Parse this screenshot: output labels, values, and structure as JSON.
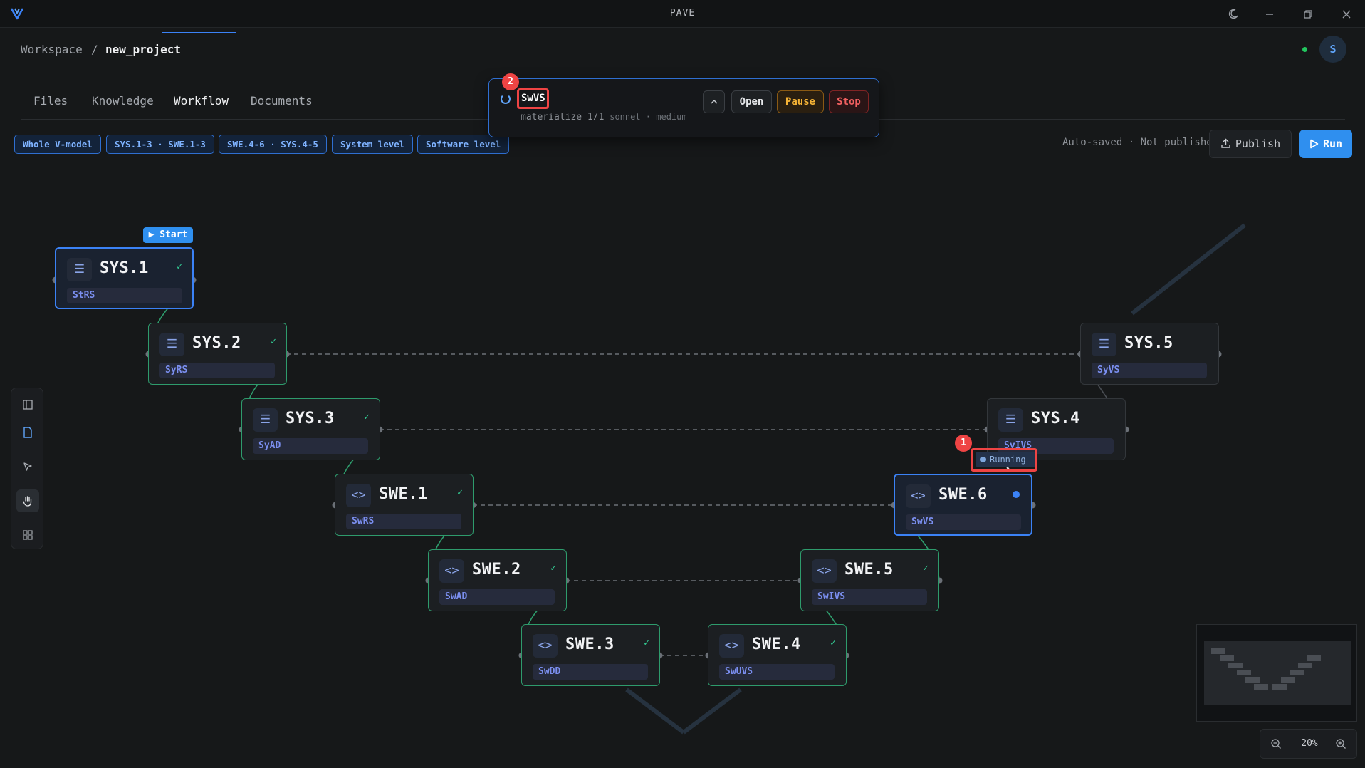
{
  "app": {
    "title": "PAVE",
    "logo_icon": "v-logo-icon"
  },
  "window_controls": {
    "theme": "moon-icon",
    "minimize": "minimize-icon",
    "restore": "restore-icon",
    "close": "close-icon"
  },
  "breadcrumb": {
    "root": "Workspace",
    "separator": "/",
    "current": "new_project"
  },
  "user": {
    "avatar_initial": "S",
    "online_color": "#22c55e"
  },
  "tabs": [
    {
      "label": "Files",
      "active": false
    },
    {
      "label": "Knowledge",
      "active": false
    },
    {
      "label": "Workflow",
      "active": true
    },
    {
      "label": "Documents",
      "active": false
    }
  ],
  "filters": [
    "Whole V-model",
    "SYS.1-3 · SWE.1-3",
    "SWE.4-6 · SYS.4-5",
    "System level",
    "Software level"
  ],
  "save_status": "Auto-saved · Not published",
  "actions": {
    "publish": "Publish",
    "run": "Run"
  },
  "colors": {
    "accent": "#2f8fef",
    "done": "#2e9b6c",
    "running": "#3b82f6",
    "annotation": "#ef4444"
  },
  "nodes": [
    {
      "id": "SYS.1",
      "artifact": "StRS",
      "kind": "system",
      "state": "done",
      "badge": "Start"
    },
    {
      "id": "SYS.2",
      "artifact": "SyRS",
      "kind": "system",
      "state": "done"
    },
    {
      "id": "SYS.3",
      "artifact": "SyAD",
      "kind": "system",
      "state": "done"
    },
    {
      "id": "SWE.1",
      "artifact": "SwRS",
      "kind": "software",
      "state": "done"
    },
    {
      "id": "SWE.2",
      "artifact": "SwAD",
      "kind": "software",
      "state": "done"
    },
    {
      "id": "SWE.3",
      "artifact": "SwDD",
      "kind": "software",
      "state": "done"
    },
    {
      "id": "SWE.4",
      "artifact": "SwUVS",
      "kind": "software",
      "state": "done"
    },
    {
      "id": "SWE.5",
      "artifact": "SwIVS",
      "kind": "software",
      "state": "done"
    },
    {
      "id": "SWE.6",
      "artifact": "SwVS",
      "kind": "software",
      "state": "running"
    },
    {
      "id": "SYS.4",
      "artifact": "SyIVS",
      "kind": "system",
      "state": "pending"
    },
    {
      "id": "SYS.5",
      "artifact": "SyVS",
      "kind": "system",
      "state": "pending"
    }
  ],
  "start_badge": "Start",
  "running_tag": "Running",
  "check_mark": "✓",
  "run_popover": {
    "target": "SwVS",
    "task": "materialize 1/1",
    "model": "sonnet · medium",
    "buttons": {
      "collapse": "^",
      "open": "Open",
      "pause": "Pause",
      "stop": "Stop"
    }
  },
  "annotations": [
    {
      "number": "1",
      "label": "running-tag"
    },
    {
      "number": "2",
      "label": "popover-title"
    }
  ],
  "canvas_tools": [
    {
      "name": "panel-toggle-icon"
    },
    {
      "name": "document-icon"
    },
    {
      "name": "select-pointer-icon"
    },
    {
      "name": "hand-pan-icon",
      "active": true
    },
    {
      "name": "grid-layout-icon"
    }
  ],
  "zoom": {
    "level": "20%",
    "zoom_out_icon": "zoom-out-icon",
    "zoom_in_icon": "zoom-in-icon"
  }
}
